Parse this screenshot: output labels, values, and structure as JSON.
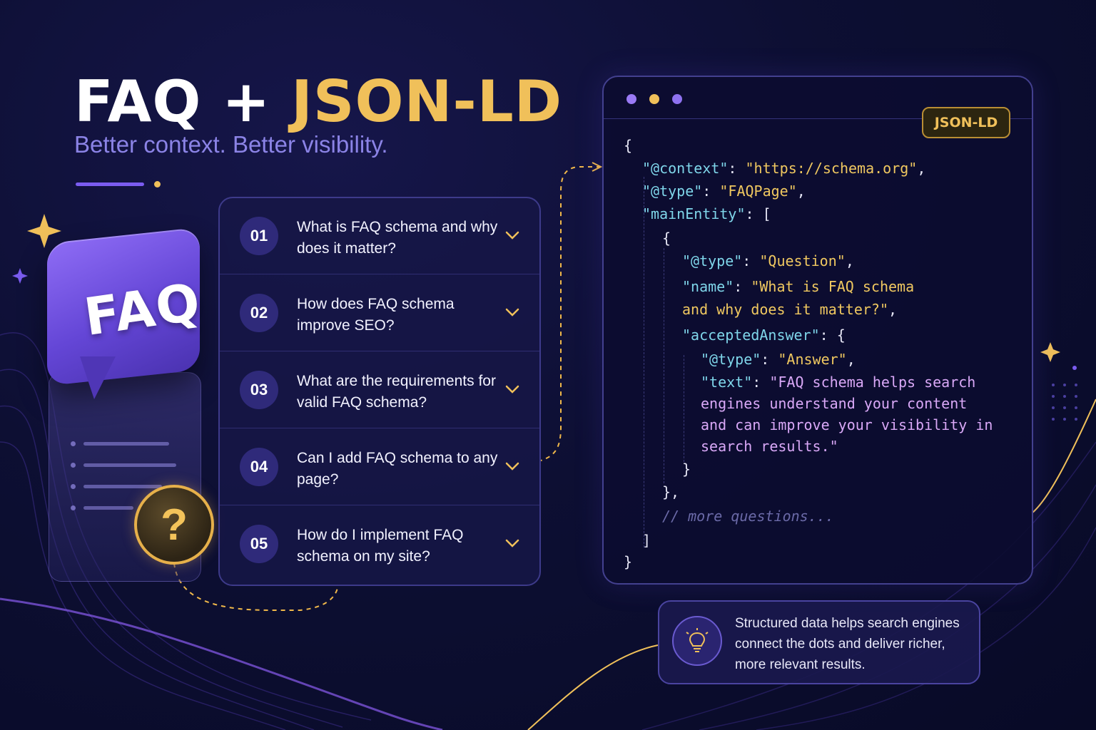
{
  "header": {
    "title_part1": "FAQ +",
    "title_part2": "JSON-LD",
    "subtitle": "Better context. Better visibility."
  },
  "illustration": {
    "bubble_label": "FAQ",
    "coin_symbol": "?"
  },
  "faq": {
    "items": [
      {
        "num": "01",
        "question": "What is FAQ schema and why does it matter?"
      },
      {
        "num": "02",
        "question": "How does FAQ schema improve SEO?"
      },
      {
        "num": "03",
        "question": "What are the requirements for valid FAQ schema?"
      },
      {
        "num": "04",
        "question": "Can I add FAQ schema to any page?"
      },
      {
        "num": "05",
        "question": "How do I implement FAQ schema on my site?"
      }
    ]
  },
  "code_window": {
    "badge": "JSON-LD",
    "lines": {
      "l1": "{",
      "l2k": "\"@context\"",
      "l2v": "\"https://schema.org\"",
      "l3k": "\"@type\"",
      "l3v": "\"FAQPage\"",
      "l4k": "\"mainEntity\"",
      "l4v": "[",
      "l5": "{",
      "l6k": "\"@type\"",
      "l6v": "\"Question\"",
      "l7k": "\"name\"",
      "l7v": "\"What is FAQ schema",
      "l8v": "and why does it matter?\"",
      "l9k": "\"acceptedAnswer\"",
      "l9v": "{",
      "l10k": "\"@type\"",
      "l10v": "\"Answer\"",
      "l11k": "\"text\"",
      "l11v": "\"FAQ schema helps search",
      "l12v": "engines understand your content",
      "l13v": "and can improve your visibility in",
      "l14v": "search results.\"",
      "l15": "}",
      "l16": "},",
      "l17": "// more questions...",
      "l18": "]",
      "l19": "}"
    }
  },
  "info": {
    "text": "Structured data helps search engines connect the dots and deliver richer, more relevant results."
  },
  "colors": {
    "accent_gold": "#f0c05a",
    "accent_purple": "#7b5cf0",
    "background": "#0d0f33"
  }
}
